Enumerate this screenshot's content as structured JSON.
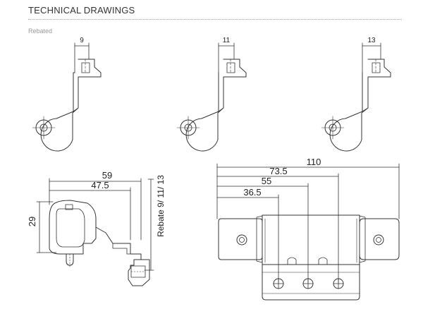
{
  "header": {
    "title": "TECHNICAL DRAWINGS"
  },
  "subtitle": "Rebated",
  "top_views": [
    {
      "dimension": "9"
    },
    {
      "dimension": "11"
    },
    {
      "dimension": "13"
    }
  ],
  "side_view": {
    "dim_overall": "59",
    "dim_inner": "47.5",
    "dim_height": "29",
    "rebate_label": "Rebate 9/ 11/ 13"
  },
  "front_view": {
    "dim_total": "110",
    "dim_1": "73.5",
    "dim_2": "55",
    "dim_3": "36.5"
  },
  "colors": {
    "line": "#333333",
    "divider": "#d98f80",
    "subtitle": "#999999"
  }
}
